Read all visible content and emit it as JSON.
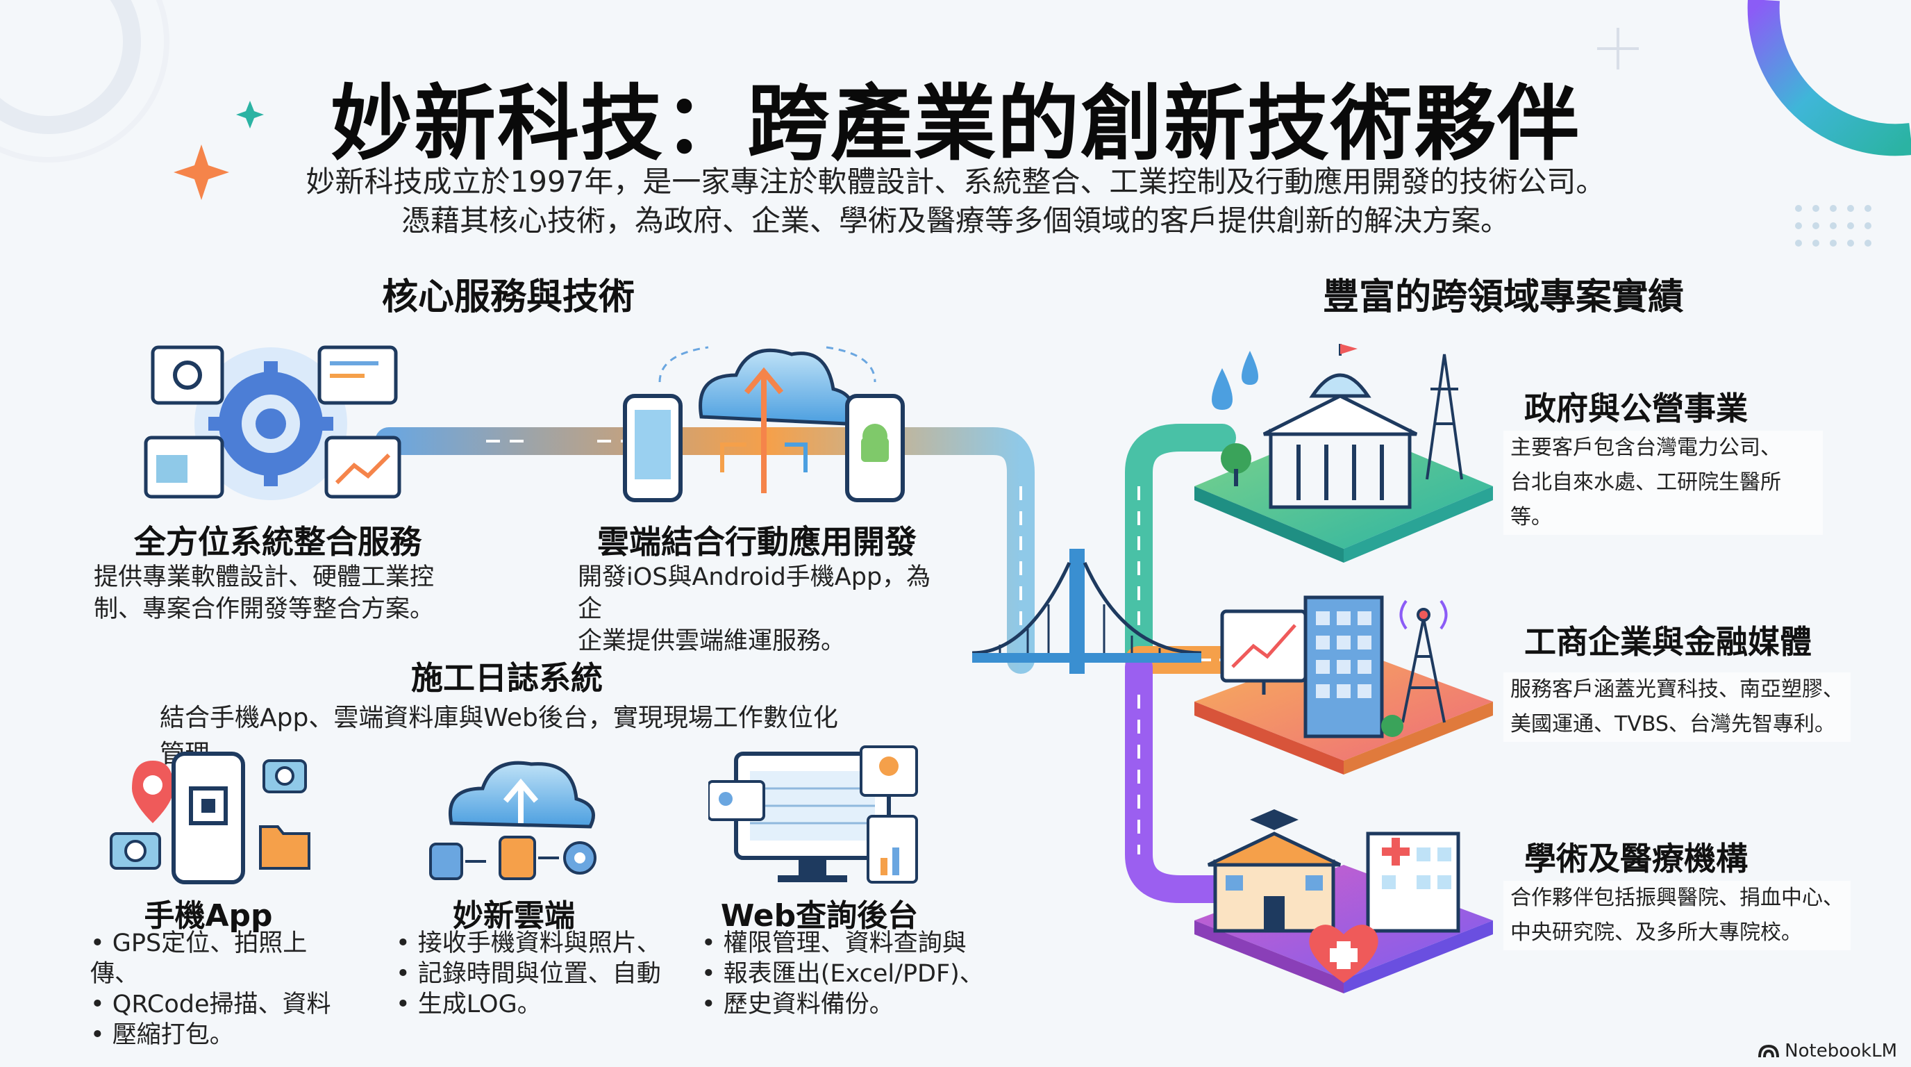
{
  "header": {
    "title": "妙新科技：跨產業的創新技術夥伴",
    "subtitle_line1": "妙新科技成立於1997年，是一家專注於軟體設計、系統整合、工業控制及行動應用開發的技術公司。",
    "subtitle_line2": "憑藉其核心技術，為政府、企業、學術及醫療等多個領域的客戶提供創新的解決方案。"
  },
  "left": {
    "heading": "核心服務與技術",
    "services": [
      {
        "title": "全方位系統整合服務",
        "desc_line1": "提供專業軟體設計、硬體工業控",
        "desc_line2": "制、專案合作開發等整合方案。"
      },
      {
        "title": "雲端結合行動應用開發",
        "desc_line1": "開發iOS與Android手機App，為企",
        "desc_line2": "企業提供雲端維運服務。"
      }
    ],
    "log_system": {
      "title": "施工日誌系統",
      "desc": "結合手機App、雲端資料庫與Web後台，實現現場工作數位化管理。"
    },
    "features": [
      {
        "title": "手機App",
        "items": [
          "GPS定位、拍照上傳、",
          "QRCode掃描、資料",
          "壓縮打包。"
        ]
      },
      {
        "title": "妙新雲端",
        "items": [
          "接收手機資料與照片、",
          "記錄時間與位置、自動",
          "生成LOG。"
        ]
      },
      {
        "title": "Web查詢後台",
        "items": [
          "權限管理、資料查詢與",
          "報表匯出(Excel/PDF)、",
          "歷史資料備份。"
        ]
      }
    ]
  },
  "right": {
    "heading": "豐富的跨領域專案實績",
    "projects": [
      {
        "title": "政府與公營事業",
        "desc_line1": "主要客戶包含台灣電力公司、",
        "desc_line2": "台北自來水處、工研院生醫所等。"
      },
      {
        "title": "工商企業與金融媒體",
        "desc_line1": "服務客戶涵蓋光寶科技、南亞塑膠、",
        "desc_line2": "美國運通、TVBS、台灣先智專利。"
      },
      {
        "title": "學術及醫療機構",
        "desc_line1": "合作夥伴包括振興醫院、捐血中心、",
        "desc_line2": "中央研究院、及多所大專院校。"
      }
    ]
  },
  "footer": {
    "brand": "NotebookLM"
  },
  "colors": {
    "teal": "#2bb3a3",
    "orange": "#f5a04a",
    "purple": "#8b5cf6",
    "blue": "#2f7fd8",
    "navy": "#1e3a5f"
  },
  "icons": [
    "gear-icon",
    "cloud-upload-icon",
    "phone-icon",
    "android-icon",
    "capitol-icon",
    "power-tower-icon",
    "office-building-icon",
    "stock-chart-icon",
    "antenna-icon",
    "school-icon",
    "hospital-icon",
    "heart-icon",
    "map-pin-icon",
    "qrcode-icon",
    "camera-icon",
    "folder-icon",
    "database-icon",
    "monitor-icon",
    "user-card-icon",
    "bridge-icon"
  ]
}
